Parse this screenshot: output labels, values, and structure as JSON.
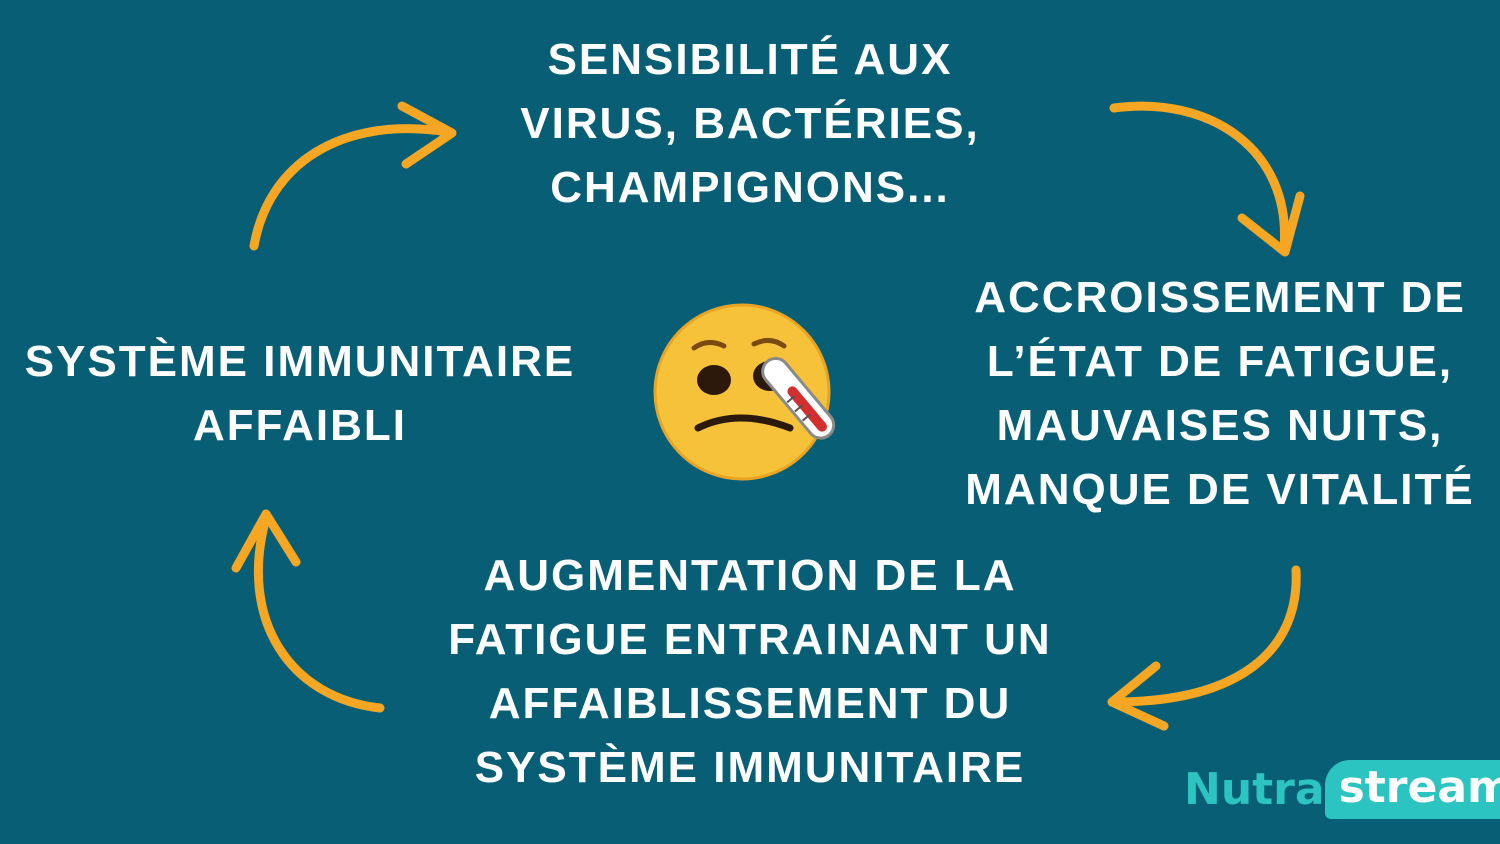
{
  "nodes": {
    "top": [
      "SENSIBILITÉ AUX",
      "VIRUS, BACTÉRIES,",
      "CHAMPIGNONS..."
    ],
    "right": [
      "ACCROISSEMENT DE",
      "L’ÉTAT DE FATIGUE,",
      "MAUVAISES NUITS,",
      "MANQUE DE VITALITÉ"
    ],
    "bottom": [
      "AUGMENTATION DE LA",
      "FATIGUE ENTRAINANT UN",
      "AFFAIBLISSEMENT DU",
      "SYSTÈME IMMUNITAIRE"
    ],
    "left": [
      "SYSTÈME IMMUNITAIRE",
      "AFFAIBLI"
    ]
  },
  "center_icon": "face-with-thermometer-icon",
  "brand": {
    "part1": "Nutra",
    "part2": "stream"
  },
  "colors": {
    "background": "#075e75",
    "arrow": "#f5a623",
    "text": "#ffffff",
    "brand": "#2bc4c0"
  }
}
